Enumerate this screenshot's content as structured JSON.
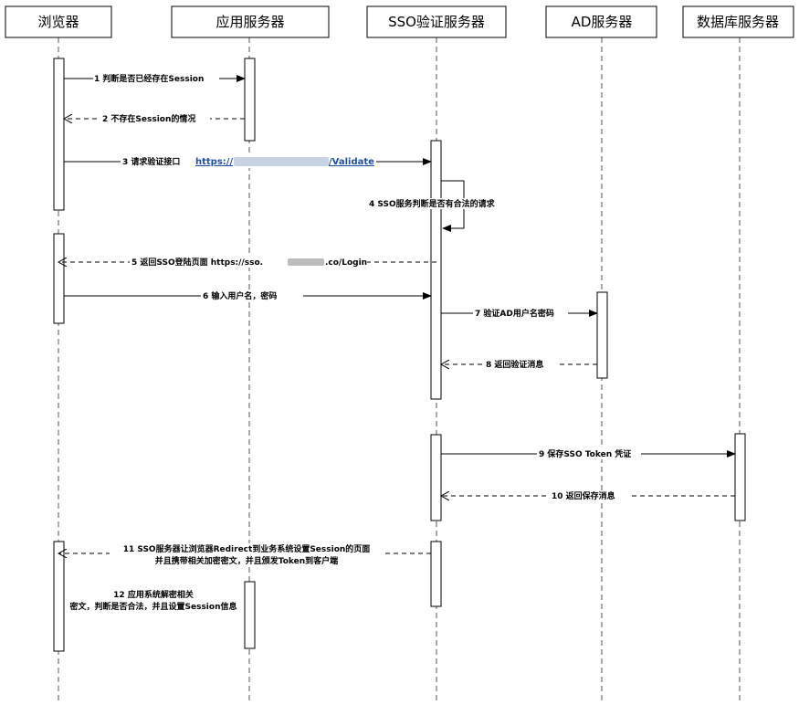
{
  "actors": [
    {
      "id": "browser",
      "label": "浏览器"
    },
    {
      "id": "app",
      "label": "应用服务器"
    },
    {
      "id": "sso",
      "label": "SSO验证服务器"
    },
    {
      "id": "ad",
      "label": "AD服务器"
    },
    {
      "id": "db",
      "label": "数据库服务器"
    }
  ],
  "messages": [
    {
      "id": "m1",
      "text": "1 判断是否已经存在Session"
    },
    {
      "id": "m2",
      "text": "2 不存在Session的情况"
    },
    {
      "id": "m3",
      "text": "3 请求验证接口",
      "link_prefix": "https://",
      "link_suffix": "/Validate"
    },
    {
      "id": "m4",
      "text": "4 SSO服务判断是否有合法的请求"
    },
    {
      "id": "m5",
      "text": "5 返回SSO登陆页面 https://sso.",
      "suffix": ".co/Login"
    },
    {
      "id": "m6",
      "text": "6 输入用户名，密码"
    },
    {
      "id": "m7",
      "text": "7 验证AD用户名密码"
    },
    {
      "id": "m8",
      "text": "8 返回验证消息"
    },
    {
      "id": "m9",
      "text": "9 保存SSO Token 凭证"
    },
    {
      "id": "m10",
      "text": "10 返回保存消息"
    },
    {
      "id": "m11",
      "line1": "11 SSO服务器让浏览器Redirect到业务系统设置Session的页面",
      "line2": "并且携带相关加密密文，并且颁发Token到客户端"
    },
    {
      "id": "m12",
      "line1": "12 应用系统解密相关",
      "line2": "密文，判断是否合法，并且设置Session信息"
    }
  ]
}
